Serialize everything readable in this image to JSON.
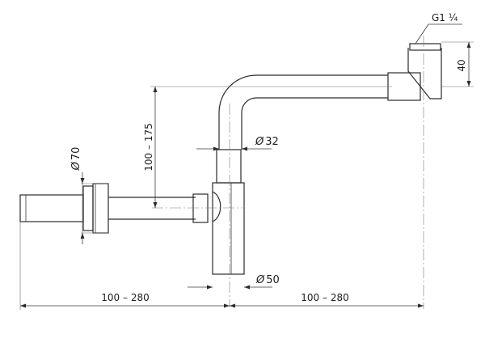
{
  "diagram": {
    "dims": {
      "left_width": "100 – 280",
      "right_width": "100 – 280",
      "vertical": "100 – 175",
      "top_height": "40",
      "thread": "G1 ¼"
    },
    "diameters": {
      "d70": {
        "symbol": "Ø",
        "value": "70"
      },
      "d32": {
        "symbol": "Ø",
        "value": "32"
      },
      "d50": {
        "symbol": "Ø",
        "value": "50"
      }
    }
  }
}
